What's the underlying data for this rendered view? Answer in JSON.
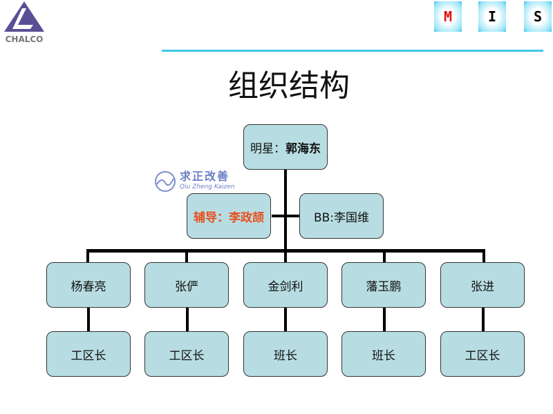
{
  "logo": {
    "text": "CHALCO"
  },
  "header_letters": [
    {
      "letter": "M",
      "color": "#e01010"
    },
    {
      "letter": "I",
      "color": "#111111"
    },
    {
      "letter": "S",
      "color": "#111111"
    }
  ],
  "title": "组织结构",
  "chart": {
    "root": {
      "label": "明星：",
      "name": "郭海东"
    },
    "advisor": "辅导：李政颉",
    "bb": "BB:李国维",
    "members": [
      {
        "name": "杨春亮",
        "role": "工区长"
      },
      {
        "name": "张俨",
        "role": "工区长"
      },
      {
        "name": "金剑利",
        "role": "班长"
      },
      {
        "name": "藩玉鹏",
        "role": "班长"
      },
      {
        "name": "张进",
        "role": "工区长"
      }
    ]
  },
  "watermark": {
    "cn": "求正改善",
    "en": "Qiu Zheng Kaizen"
  }
}
